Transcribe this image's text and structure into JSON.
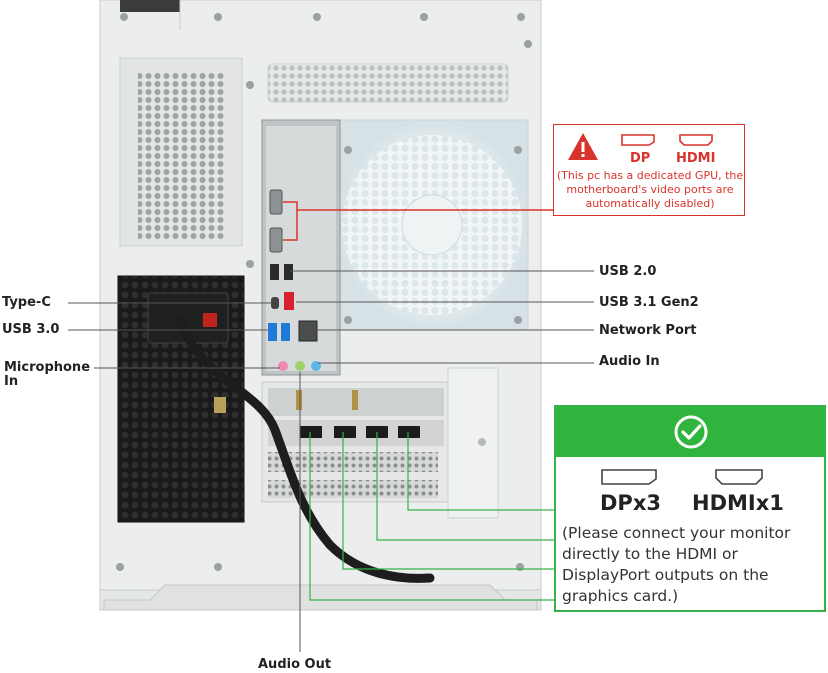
{
  "labels": {
    "type_c": "Type-C",
    "usb30": "USB 3.0",
    "microphone_in": "Microphone In",
    "usb20": "USB 2.0",
    "usb31": "USB 3.1 Gen2",
    "network_port": "Network Port",
    "audio_in": "Audio In",
    "audio_out": "Audio Out"
  },
  "warning": {
    "dp": "DP",
    "hdmi": "HDMI",
    "text": "(This pc has a dedicated GPU, the motherboard's video ports are automatically disabled)"
  },
  "gpu_info": {
    "dp": "DPx3",
    "hdmi": "HDMIx1",
    "text": "(Please connect your monitor directly to the HDMI or DisplayPort outputs on the graphics card.)"
  },
  "colors": {
    "warning_red": "#d9342b",
    "ok_green": "#2fb53d",
    "case_white": "#eceeed",
    "usb3_blue": "#1f7ad9",
    "usb31_red": "#d8202f",
    "audio_pink": "#ef8ab0",
    "audio_green": "#9fd26a",
    "audio_blue": "#5cb6e8"
  }
}
